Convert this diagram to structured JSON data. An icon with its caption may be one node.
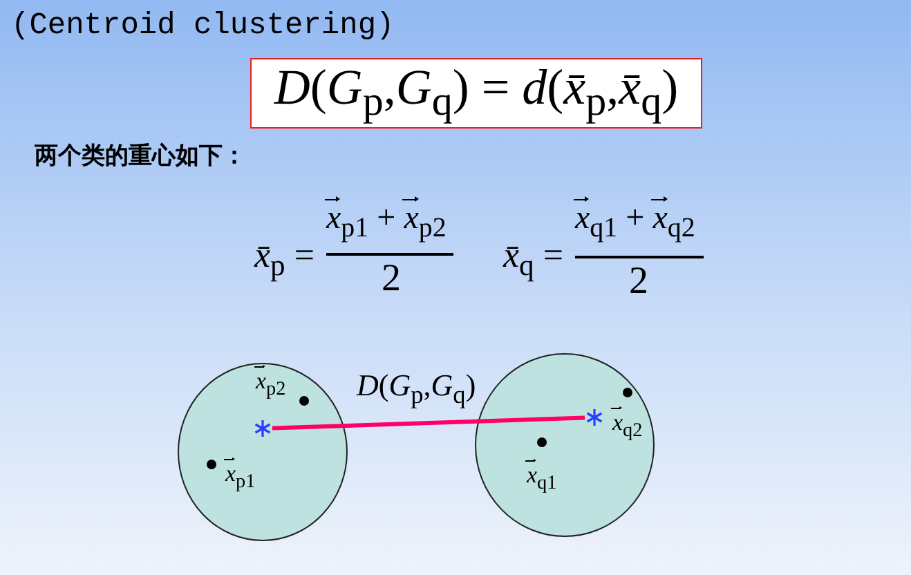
{
  "diagram": {
    "title": "(Centroid clustering)",
    "nodes": [
      {
        "text": [
          "*D*(*G*$_{p}$,*G*$_{q}$) = *d*(*x̄*$_{p}$,*x̄*$_{q}$)"
        ]
      },
      {
        "text": [],
        "shape": "circle"
      },
      {
        "text": [],
        "shape": "star",
        "in": 1
      },
      {
        "text": [],
        "shape": "circle"
      },
      {
        "text": [],
        "shape": "star",
        "in": 3
      }
    ],
    "edges": [
      {
        "from": 2,
        "to": 4,
        "arrow": "none",
        "label": "*D*(*G*$_{p}$,*G*$_{q}$)",
        "color": "#ff0066"
      }
    ],
    "labels": [
      "两个类的重心如下：",
      "*x̄*$_{p}$ =",
      "*x⃗*$_{p1}$ + *x⃗*$_{p2}$",
      "2",
      "*x̄*$_{q}$ =",
      "*x⃗*$_{q1}$ + *x⃗*$_{q2}$",
      "2",
      "*x⃗*$_{p2}$",
      "*x⃗*$_{p1}$",
      "*x⃗*$_{q1}$",
      "*x⃗*$_{q2}$"
    ]
  }
}
